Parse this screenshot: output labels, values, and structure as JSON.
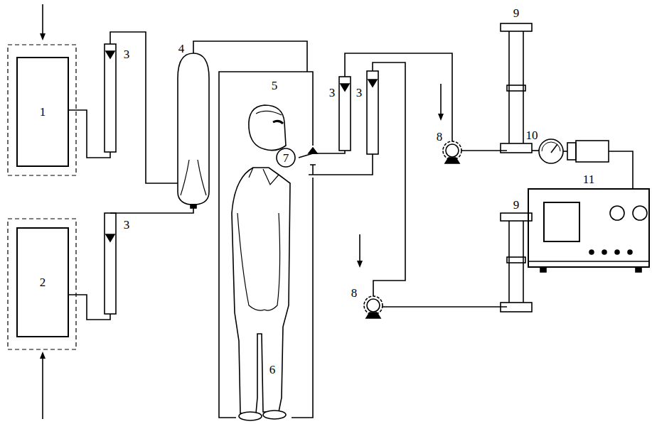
{
  "diagram": {
    "nodes": [
      {
        "text": [
          "1"
        ]
      },
      {
        "text": [
          "2"
        ]
      },
      {
        "text": [
          "11"
        ]
      }
    ],
    "labels": [
      "3",
      "4",
      "5",
      "3",
      "3",
      "3",
      "9",
      "8",
      "10",
      "7",
      "9",
      "8",
      "6"
    ]
  }
}
